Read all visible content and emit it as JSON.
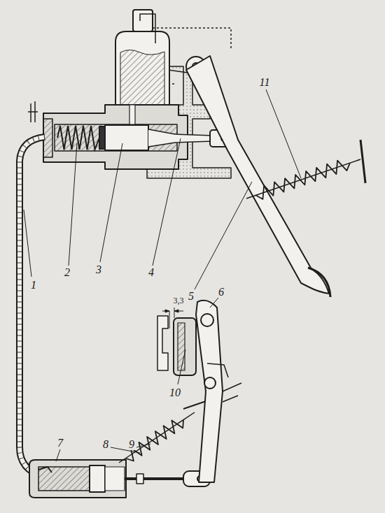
{
  "diagram": {
    "labels": [
      "1",
      "2",
      "3",
      "4",
      "5",
      "6",
      "7",
      "8",
      "9",
      "10",
      "11",
      "3,3"
    ]
  }
}
